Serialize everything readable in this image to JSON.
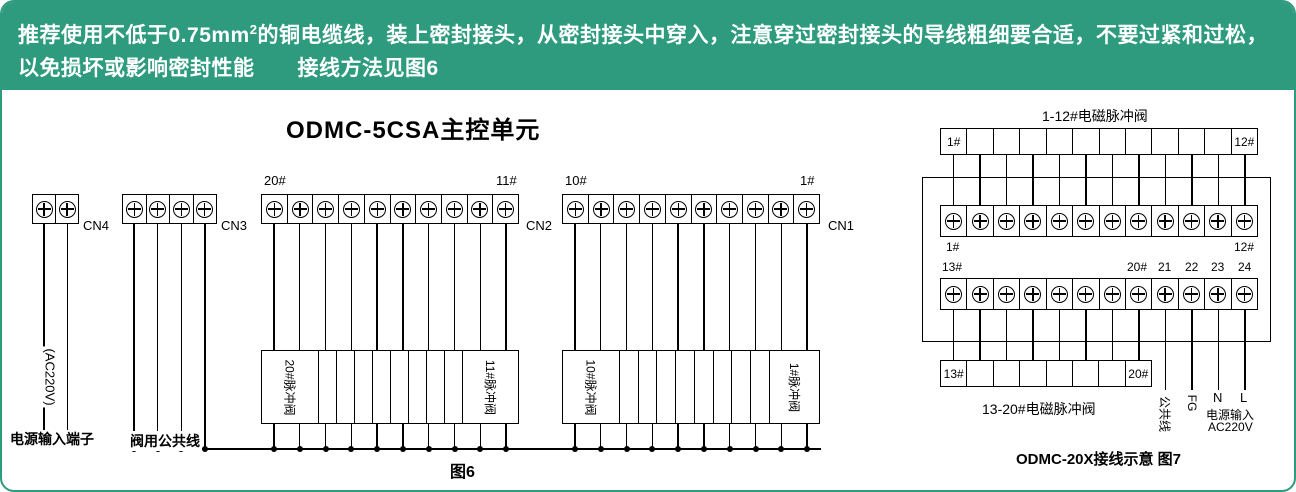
{
  "card": {
    "accent_color": "#2e9b7f"
  },
  "banner": {
    "line1_pre": "推荐使用不低于0.75mm",
    "line1_sup": "2",
    "line1_post": "的铜电缆线，装上密封接头，从密封接头中穿入，注意穿过密封接头的导线粗细要合适，不要过紧和过松，",
    "line2": "以免损坏或影响密封性能　　接线方法见图6"
  },
  "fig6": {
    "title": "ODMC-5CSA主控单元",
    "cn4": {
      "label": "CN4",
      "terminals": 2
    },
    "cn3": {
      "label": "CN3",
      "terminals": 4
    },
    "cn2": {
      "label": "CN2",
      "terminals": 10,
      "left_num": "20#",
      "right_num": "11#",
      "valves": 10,
      "valve_left": "20#脉冲阀",
      "valve_right": "11#脉冲阀"
    },
    "cn1": {
      "label": "CN1",
      "terminals": 10,
      "left_num": "10#",
      "right_num": "1#",
      "valves": 10,
      "valve_left": "10#脉冲阀",
      "valve_right": "1#脉冲阀"
    },
    "power_wire_label": "(AC220V)",
    "power_label": "电源输入端子",
    "common_label": "阀用公共线",
    "caption": "图6"
  },
  "fig7": {
    "top_label": "1-12#电磁脉冲阀",
    "top_strip": {
      "cells": 12,
      "first": "1#",
      "last": "12#"
    },
    "row1": {
      "terminals": 12,
      "left": "1#",
      "right": "12#"
    },
    "row2": {
      "terminals": 12,
      "left": "13#",
      "num20": "20#",
      "n21": "21",
      "n22": "22",
      "n23": "23",
      "n24": "24"
    },
    "bottom_strip": {
      "cells": 8,
      "first": "13#",
      "last": "20#"
    },
    "bottom_label": "13-20#电磁脉冲阀",
    "common": "公共线",
    "fg": "FG",
    "n": "N",
    "l": "L",
    "power_line1": "电源输入",
    "power_line2": "AC220V",
    "caption": "ODMC-20X接线示意 图7"
  }
}
